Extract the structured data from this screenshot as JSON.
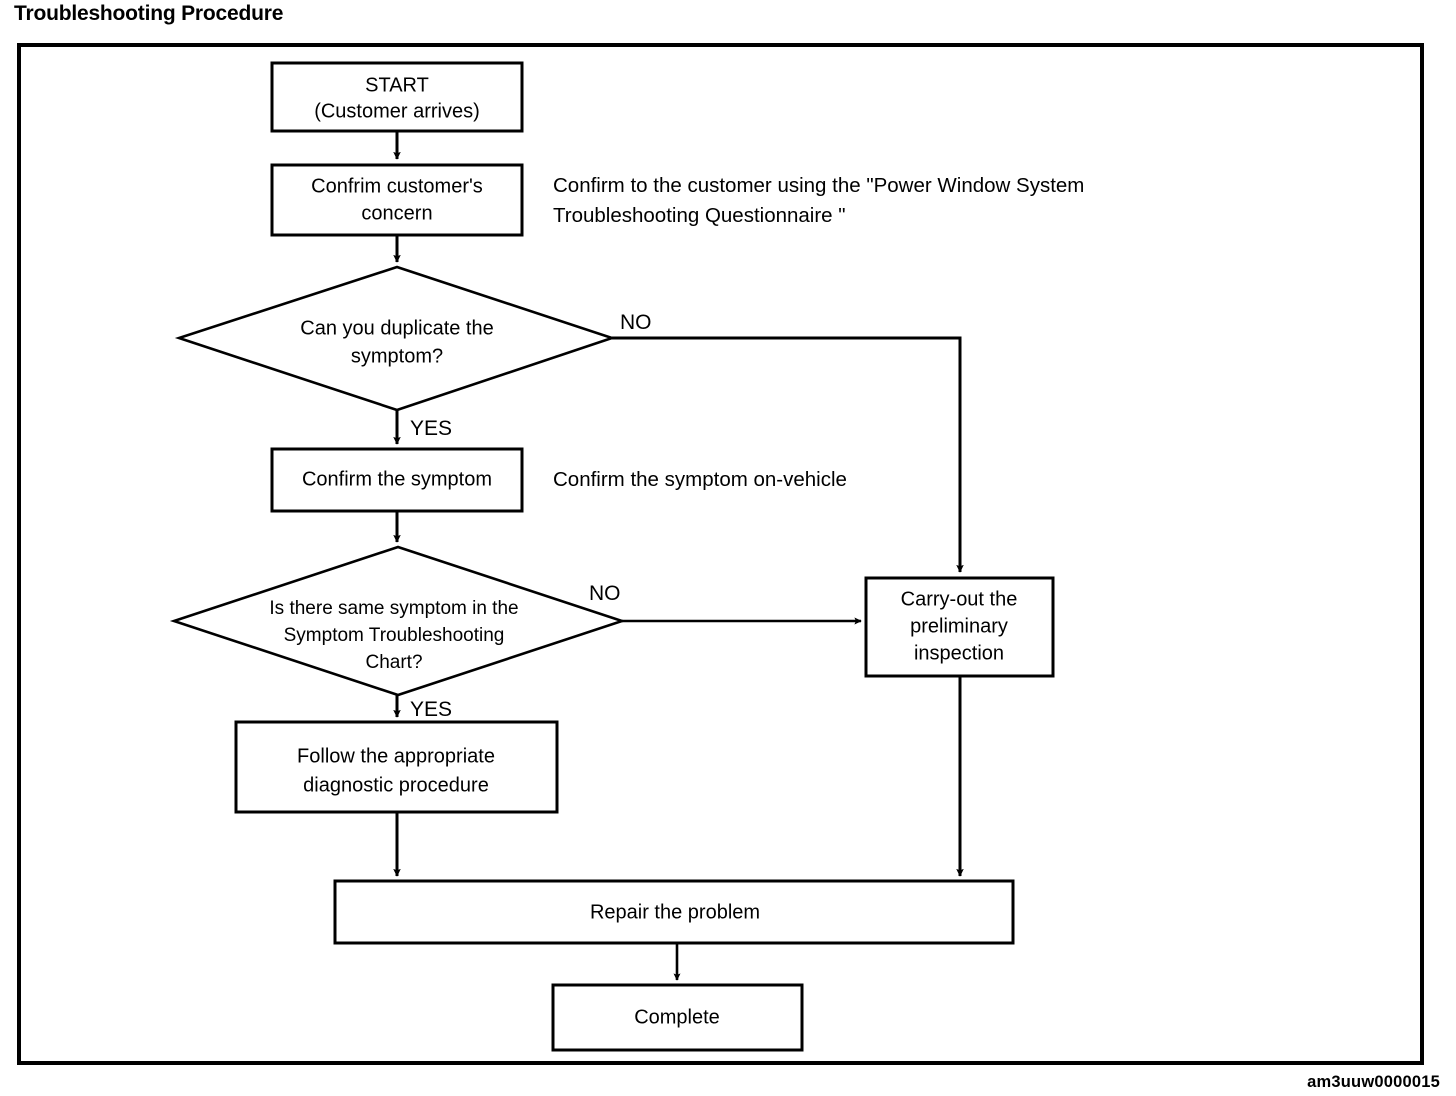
{
  "document": {
    "title": "Troubleshooting Procedure",
    "doc_id": "am3uuw0000015"
  },
  "chart_data": {
    "type": "diagram",
    "subtype": "flowchart",
    "title": "Troubleshooting Procedure",
    "orientation": "top-to-bottom",
    "nodes": [
      {
        "id": "start",
        "shape": "rectangle",
        "lines": [
          "START",
          "(Customer arrives)"
        ]
      },
      {
        "id": "confirm",
        "shape": "rectangle",
        "lines": [
          "Confrim customer's",
          "concern"
        ]
      },
      {
        "id": "dup",
        "shape": "diamond",
        "lines": [
          "Can you duplicate the",
          "symptom?"
        ]
      },
      {
        "id": "symptom",
        "shape": "rectangle",
        "lines": [
          "Confirm the symptom"
        ]
      },
      {
        "id": "chart",
        "shape": "diamond",
        "lines": [
          "Is there same symptom in the",
          "Symptom Troubleshooting",
          "Chart?"
        ]
      },
      {
        "id": "prelim",
        "shape": "rectangle",
        "lines": [
          "Carry-out the",
          "preliminary",
          "inspection"
        ]
      },
      {
        "id": "diag",
        "shape": "rectangle",
        "lines": [
          "Follow the appropriate",
          "diagnostic procedure"
        ]
      },
      {
        "id": "repair",
        "shape": "rectangle",
        "lines": [
          "Repair the problem"
        ]
      },
      {
        "id": "complete",
        "shape": "rectangle",
        "lines": [
          "Complete"
        ]
      }
    ],
    "edges": [
      {
        "from": "start",
        "to": "confirm",
        "label": ""
      },
      {
        "from": "confirm",
        "to": "dup",
        "label": ""
      },
      {
        "from": "dup",
        "to": "symptom",
        "label": "YES"
      },
      {
        "from": "dup",
        "to": "prelim",
        "label": "NO"
      },
      {
        "from": "symptom",
        "to": "chart",
        "label": ""
      },
      {
        "from": "chart",
        "to": "diag",
        "label": "YES"
      },
      {
        "from": "chart",
        "to": "prelim",
        "label": "NO"
      },
      {
        "from": "diag",
        "to": "repair",
        "label": ""
      },
      {
        "from": "prelim",
        "to": "repair",
        "label": ""
      },
      {
        "from": "repair",
        "to": "complete",
        "label": ""
      }
    ],
    "annotations": [
      {
        "id": "note-confirm",
        "lines": [
          "Confirm to the customer using the \"Power Window System",
          "Troubleshooting Questionnaire \""
        ],
        "attached_to": "confirm"
      },
      {
        "id": "note-symptom",
        "lines": [
          "Confirm the symptom on-vehicle"
        ],
        "attached_to": "symptom"
      }
    ],
    "colors": {
      "stroke": "#000000",
      "fill": "#ffffff",
      "text": "#000000"
    }
  },
  "nodes": {
    "start": {
      "line1": "START",
      "line2": "(Customer arrives)"
    },
    "confirm": {
      "line1": "Confrim customer's",
      "line2": "concern"
    },
    "dup": {
      "line1": "Can you duplicate the",
      "line2": "symptom?"
    },
    "symptom": {
      "line1": "Confirm the symptom"
    },
    "chart": {
      "line1": "Is there same symptom in the",
      "line2": "Symptom Troubleshooting",
      "line3": "Chart?"
    },
    "prelim": {
      "line1": "Carry-out the",
      "line2": "preliminary",
      "line3": "inspection"
    },
    "diag": {
      "line1": "Follow the appropriate",
      "line2": "diagnostic procedure"
    },
    "repair": {
      "line1": "Repair the problem"
    },
    "complete": {
      "line1": "Complete"
    }
  },
  "notes": {
    "confirm_note_line1": "Confirm to the customer using the \"Power Window System",
    "confirm_note_line2": "Troubleshooting Questionnaire \"",
    "symptom_note_line1": "Confirm the symptom on-vehicle"
  },
  "labels": {
    "no_1": "NO",
    "yes_1": "YES",
    "no_2": "NO",
    "yes_2": "YES"
  }
}
